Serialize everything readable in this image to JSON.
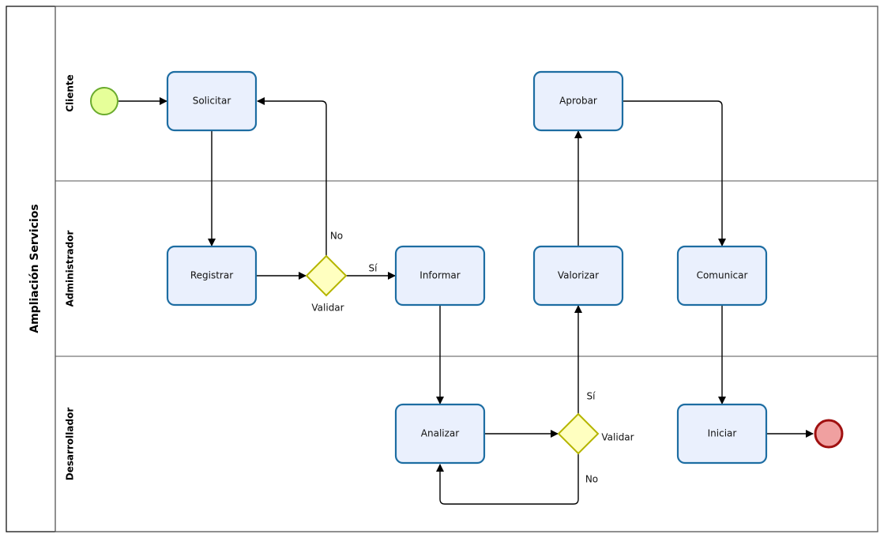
{
  "pool": {
    "label": "Ampliación Servicios"
  },
  "lanes": [
    {
      "label": "Cliente"
    },
    {
      "label": "Administrador"
    },
    {
      "label": "Desarrollador"
    }
  ],
  "tasks": {
    "solicitar": "Solicitar",
    "aprobar": "Aprobar",
    "registrar": "Registrar",
    "informar": "Informar",
    "valorizar": "Valorizar",
    "comunicar": "Comunicar",
    "analizar": "Analizar",
    "iniciar": "Iniciar"
  },
  "gateways": {
    "admin": {
      "label": "Validar",
      "yes": "Sí",
      "no": "No"
    },
    "dev": {
      "label": "Validar",
      "yes": "Sí",
      "no": "No"
    }
  },
  "colors": {
    "start_event": "#e6ff99",
    "end_event": "#f0a0a0",
    "task_fill": "#eaf0fd",
    "task_stroke": "#1d6da2",
    "gateway_fill": "#ffffc0"
  }
}
